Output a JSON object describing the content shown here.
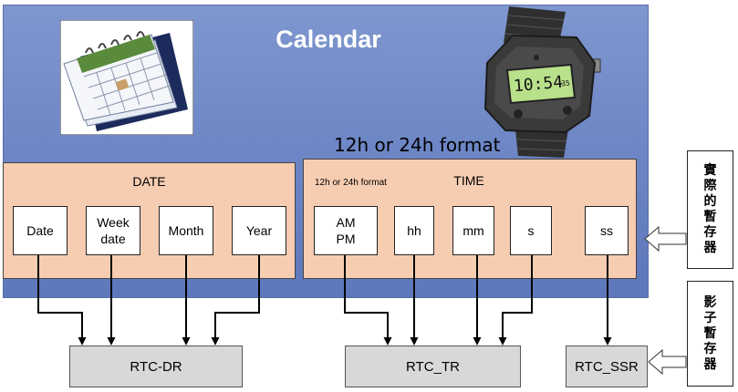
{
  "title": "Calendar",
  "format_caption": "12h or 24h format",
  "date_panel": {
    "title": "DATE",
    "fields": [
      "Date",
      "Week\ndate",
      "Month",
      "Year"
    ]
  },
  "time_panel": {
    "title": "TIME",
    "format_note": "12h or 24h format",
    "fields": [
      "AM\nPM",
      "hh",
      "mm",
      "s",
      "ss"
    ]
  },
  "registers": {
    "dr": "RTC-DR",
    "tr": "RTC_TR",
    "ssr": "RTC_SSR"
  },
  "notes": {
    "actual_register": "實\n際\n的\n暫\n存\n器",
    "shadow_register": "影\n子\n暫\n存\n器"
  },
  "watch_display": {
    "time": "10:54",
    "seconds": "35"
  },
  "colors": {
    "banner": "#6b84c4",
    "panel": "#f7cdb2",
    "register": "#d8d8d8",
    "watch_screen": "#b9e08a"
  }
}
